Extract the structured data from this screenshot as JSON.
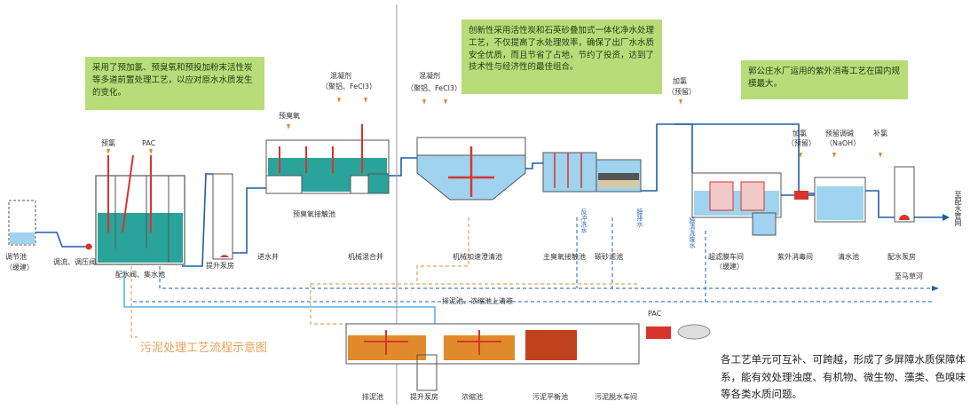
{
  "notes": {
    "pretreatment": "采用了预加氯、预臭氧和预投加粉末活性炭等多道前置处理工艺，以应对原水水质发生的变化。",
    "integrated": "创新性采用活性炭和石英砂叠加式一体化净水处理工艺，不仅提高了水处理效率，确保了出厂水水质安全优质，而且节省了占地，节约了投资，达到了技术性与经济性的最佳组合。",
    "uv": "郭公庄水厂运用的紫外消毒工艺在国内规模最大。",
    "summary": "各工艺单元可互补、可跨越，形成了多屏障水质保障体系，能有效处理浊度、有机物、微生物、藻类、色嗅味等各类水质问题。"
  },
  "chemicals": {
    "pre_chlorine": "预氯",
    "pac": "PAC",
    "pre_ozone": "预臭氧",
    "coagulant1": "混凝剂",
    "coagulant1_sub": "（聚铝、FeCl3）",
    "coagulant2": "混凝剂",
    "coagulant2_sub": "（聚铝、FeCl3）",
    "add_chlorine": "加氯",
    "add_chlorine_sub": "（预留）",
    "add_chlorine2": "加氯",
    "add_chlorine2_sub": "（预留）",
    "ph_adjust": "预留调碱",
    "ph_adjust_sub": "（NaOH）",
    "supplement_chlorine": "补氯",
    "pac2": "PAC"
  },
  "units": {
    "regulating_tank": "调节池",
    "regulating_tank_sub": "（缓建）",
    "valve": "调流、调压阀",
    "distribution": "配水阀、集水池",
    "pump_house": "提升泵房",
    "inlet_well": "进水井",
    "pre_ozone_contact": "预臭氧接触池",
    "mixing_well": "机械混合井",
    "clarifier": "机械加速澄清池",
    "main_ozone": "主臭氧接触池",
    "filter": "碳砂滤池",
    "membrane": "超滤膜车间",
    "membrane_sub": "（缓建）",
    "uv": "紫外消毒间",
    "clear_well": "清水池",
    "distribution_pump": "配水泵房",
    "to_network": "至配水管网",
    "to_matsuo": "至马草河",
    "sludge_tank": "排泥池",
    "sludge_pump": "提升泵房",
    "thickener": "浓缩池",
    "sludge_balance": "污泥平衡池",
    "dewatering": "污泥脱水车间",
    "sludge_return": "排泥池、浓缩池上清液",
    "backwash": "反冲洗水",
    "membrane_water": "膜清洗废水",
    "membrane_drain": "膜排水"
  },
  "sludge_title": "污泥处理工艺流程示意图",
  "colors": {
    "water": "#2aa39a",
    "pipe": "#1d5fa8",
    "note_bg": "#b9dc7a",
    "chem": "#d9342b",
    "sludge": "#e08a2c",
    "sludge_dashed": "#e8a25a",
    "light_blue": "#9fd3ef"
  }
}
